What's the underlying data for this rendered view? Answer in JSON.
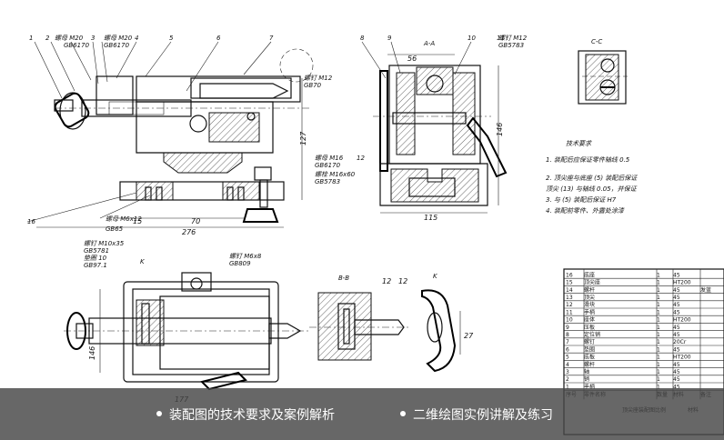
{
  "views": {
    "main_labels": [
      "1",
      "2",
      "3",
      "4",
      "5",
      "6",
      "7"
    ],
    "right_labels": [
      "8",
      "9",
      "10",
      "11",
      "12"
    ],
    "section_aa": "A-A",
    "section_cc": "C-C",
    "section_bb": "B-B",
    "view_k": "K",
    "fasteners": {
      "f1": [
        "螺母 M20",
        "GB6170"
      ],
      "f2": [
        "螺母 M20",
        "GB6170"
      ],
      "f3": [
        "螺钉 M12",
        "GB70"
      ],
      "f4": [
        "螺母 M16",
        "GB6170"
      ],
      "f5": [
        "螺栓 M16x60",
        "GB5783"
      ],
      "f6": [
        "螺母 M6x12",
        "GB65"
      ],
      "f7": [
        "螺钉 M10x35",
        "GB5781",
        "垫圈 10",
        "GB97.1"
      ],
      "f8": [
        "螺钉 M6x8",
        "GB809"
      ],
      "f9": [
        "螺钉 M12",
        "GB5783"
      ]
    },
    "dims": {
      "d_main_width": "276",
      "d_main_70": "70",
      "d_main_15": "15",
      "d_main_height": "127",
      "d_side_width": "115",
      "d_side_height": "146",
      "d_side_56": "56",
      "d_plan_width": "177",
      "d_plan_height": "146",
      "d_k_27": "27",
      "d_bb_12": "12",
      "d_bb_12b": "12"
    }
  },
  "notes": {
    "title": "技术要求",
    "lines": [
      "1.  装配后应保证零件轴线 0.5",
      "2.  顶尖座与底座 (5) 装配后保证",
      "    顶尖 (13) 与轴线 0.05，并保证",
      "3.  与 (5) 装配后保证 H7",
      "4.  装配前零件、外露处涂漆"
    ]
  },
  "bom": {
    "rows": [
      [
        "16",
        "底座",
        "1",
        "45",
        ""
      ],
      [
        "15",
        "顶尖座",
        "1",
        "HT200",
        ""
      ],
      [
        "14",
        "螺杆",
        "1",
        "45",
        "发蓝"
      ],
      [
        "13",
        "顶尖",
        "1",
        "45",
        ""
      ],
      [
        "12",
        "滑块",
        "1",
        "45",
        ""
      ],
      [
        "11",
        "手柄",
        "1",
        "45",
        ""
      ],
      [
        "10",
        "座体",
        "1",
        "HT200",
        ""
      ],
      [
        "9",
        "压板",
        "1",
        "45",
        ""
      ],
      [
        "8",
        "定位销",
        "1",
        "45",
        ""
      ],
      [
        "7",
        "螺钉",
        "1",
        "20Cr",
        ""
      ],
      [
        "6",
        "垫圈",
        "1",
        "45",
        ""
      ],
      [
        "5",
        "底板",
        "1",
        "HT200",
        ""
      ],
      [
        "4",
        "螺杆",
        "1",
        "45",
        ""
      ],
      [
        "3",
        "轴",
        "1",
        "45",
        ""
      ],
      [
        "2",
        "销",
        "1",
        "45",
        ""
      ],
      [
        "1",
        "手柄",
        "1",
        "45",
        ""
      ]
    ],
    "header": [
      "序号",
      "零件名称",
      "数量",
      "材料",
      "备注"
    ],
    "title_block": [
      "顶尖座装配图",
      "比例",
      "材料"
    ]
  },
  "captions": {
    "left": "装配图的技术要求及案例解析",
    "right": "二维绘图实例讲解及练习"
  }
}
